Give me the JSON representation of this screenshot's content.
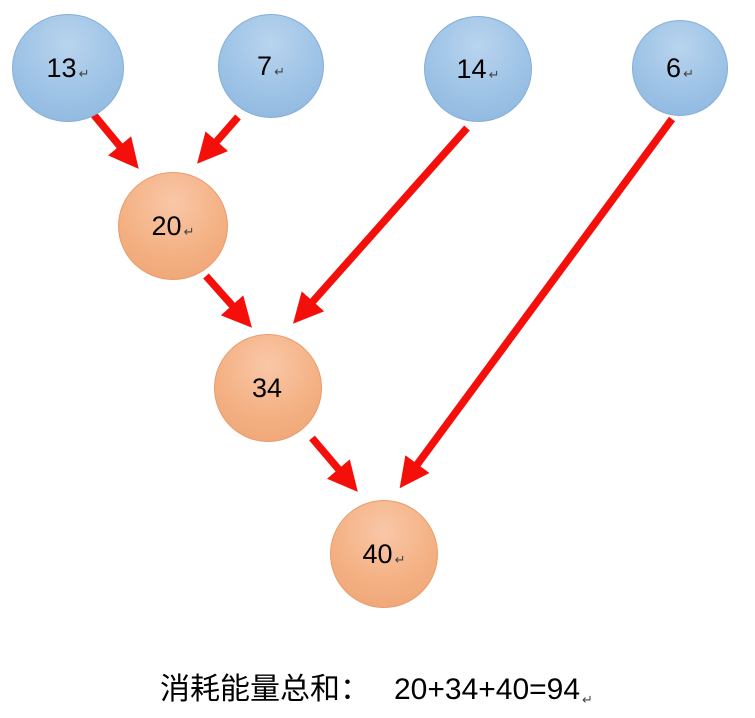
{
  "diagram": {
    "leaves": [
      {
        "label": "13",
        "mark": "↵"
      },
      {
        "label": "7",
        "mark": "↵"
      },
      {
        "label": "14",
        "mark": "↵"
      },
      {
        "label": "6",
        "mark": "↵"
      }
    ],
    "merges": [
      {
        "label": "20",
        "mark": "↵"
      },
      {
        "label": "34",
        "mark": ""
      },
      {
        "label": "40",
        "mark": "↵"
      }
    ]
  },
  "summary": {
    "label": "消耗能量总和：",
    "equation": "20+34+40=94",
    "mark": "↵"
  },
  "colors": {
    "leaf_fill": "#9dc3e6",
    "merge_fill": "#f4b183",
    "arrow": "#f50f0a",
    "text": "#000000"
  }
}
